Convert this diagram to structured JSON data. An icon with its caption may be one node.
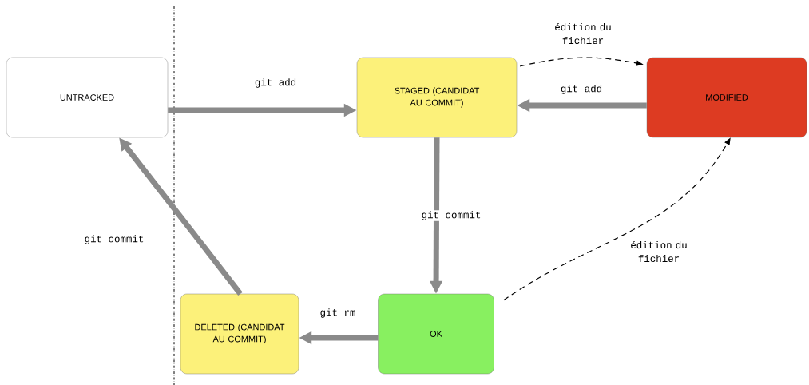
{
  "diagram": {
    "nodes": [
      {
        "text": [
          "UNTRACKED"
        ]
      },
      {
        "text": [
          "STAGED (CANDIDAT AU COMMIT)"
        ]
      },
      {
        "text": [
          "MODIFIED"
        ]
      },
      {
        "text": [
          "OK"
        ]
      },
      {
        "text": [
          "DELETED (CANDIDAT AU COMMIT)"
        ]
      }
    ],
    "edges": [
      {
        "from": 0,
        "to": 1,
        "arrow": "to",
        "label": "git add"
      },
      {
        "from": 1,
        "to": 2,
        "arrow": "to",
        "label": "édition du fichier",
        "style": "dashed",
        "color": "#000000"
      },
      {
        "from": 2,
        "to": 1,
        "arrow": "to",
        "label": "git add"
      },
      {
        "from": 1,
        "to": 3,
        "arrow": "to",
        "label": "git commit"
      },
      {
        "from": 3,
        "to": 2,
        "arrow": "to",
        "label": "édition du fichier",
        "style": "dashed",
        "color": "#000000"
      },
      {
        "from": 3,
        "to": 4,
        "arrow": "to",
        "label": "git rm"
      },
      {
        "from": 4,
        "to": 0,
        "arrow": "to",
        "label": "git commit"
      }
    ]
  }
}
